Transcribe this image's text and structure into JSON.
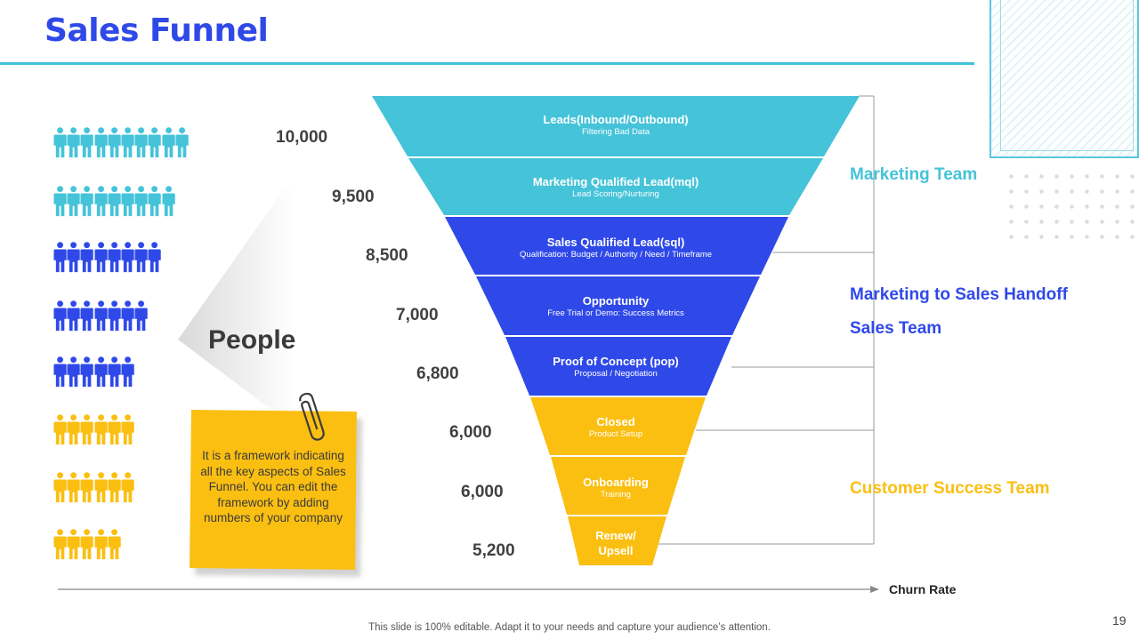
{
  "slide": {
    "title": "Sales Funnel",
    "page_number": "19",
    "footer": "This slide is 100% editable. Adapt it to your needs and capture your audience’s attention.",
    "people_label": "People",
    "note_text": "It is a framework indicating all the key aspects of Sales Funnel. You can edit the framework by adding numbers of your company",
    "churn_label": "Churn Rate"
  },
  "colors": {
    "title": "#2f49e8",
    "cyan": "#45c3d9",
    "blue": "#2f49e8",
    "yellow": "#fbbf12",
    "note": "#fbbf12"
  },
  "people_rows": [
    {
      "count": 10,
      "color": "#45c3d9"
    },
    {
      "count": 9,
      "color": "#45c3d9"
    },
    {
      "count": 8,
      "color": "#2f49e8"
    },
    {
      "count": 7,
      "color": "#2f49e8"
    },
    {
      "count": 6,
      "color": "#2f49e8"
    },
    {
      "count": 6,
      "color": "#fbbf12"
    },
    {
      "count": 6,
      "color": "#fbbf12"
    },
    {
      "count": 5,
      "color": "#fbbf12"
    }
  ],
  "counts": [
    "10,000",
    "9,500",
    "8,500",
    "7,000",
    "6,800",
    "6,000",
    "6,000",
    "5,200"
  ],
  "stages": [
    {
      "title": "Leads(Inbound/Outbound)",
      "subtitle": "Filtering Bad Data",
      "color": "#45c3d9"
    },
    {
      "title": "Marketing Qualified Lead(mql)",
      "subtitle": "Lead Scoring/Nurturing",
      "color": "#45c3d9"
    },
    {
      "title": "Sales Qualified Lead(sql)",
      "subtitle": "Qualification: Budget / Authority / Need / Timeframe",
      "color": "#2f49e8"
    },
    {
      "title": "Opportunity",
      "subtitle": "Free Trial or Demo:  Success Metrics",
      "color": "#2f49e8"
    },
    {
      "title": "Proof of Concept (pop)",
      "subtitle": "Proposal / Negotiation",
      "color": "#2f49e8"
    },
    {
      "title": "Closed",
      "subtitle": "Product Setup",
      "color": "#fbbf12"
    },
    {
      "title": "Onboarding",
      "subtitle": "Training",
      "color": "#fbbf12"
    },
    {
      "title": "Renew/",
      "subtitle": "Upsell",
      "color": "#fbbf12"
    }
  ],
  "teams": [
    {
      "label": "Marketing Team",
      "color": "#45c3d9"
    },
    {
      "label": "Marketing to Sales Handoff",
      "color": "#2f49e8"
    },
    {
      "label": "Sales Team",
      "color": "#2f49e8"
    },
    {
      "label": "Customer Success Team",
      "color": "#fbbf12"
    }
  ]
}
